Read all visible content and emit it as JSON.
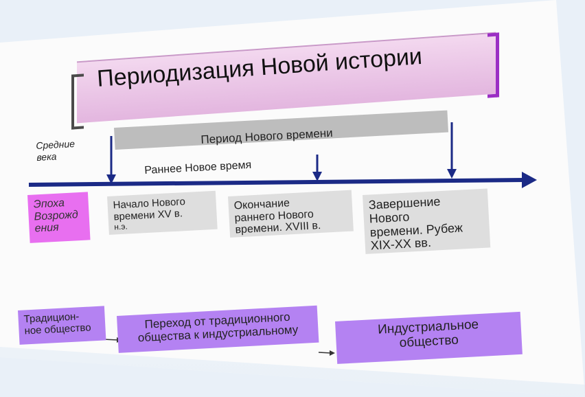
{
  "title": "Периодизация Новой истории",
  "labels": {
    "middle_ages": [
      "Средние",
      "века"
    ],
    "period_bar": "Период Нового времени",
    "early_modern": "Раннее Новое время"
  },
  "boxes": {
    "renaissance": [
      "Эпоха",
      "Возрожд",
      "ения"
    ],
    "start": [
      "Начало Нового",
      "времени XV в.",
      "н.э."
    ],
    "end_early": [
      "Окончание",
      "раннего Нового",
      "времени. XVIII в."
    ],
    "end": [
      "Завершение",
      "Нового",
      "времени. Рубеж",
      "XIX-XX вв."
    ]
  },
  "society": {
    "traditional": [
      "Традицион-",
      "ное общество"
    ],
    "transition": [
      "Переход от традиционного",
      "общества к индустриальному"
    ],
    "industrial": [
      "Индустриальное",
      "общество"
    ]
  },
  "colors": {
    "axis": "#1b2a86",
    "title_fill": "#e8c3e5",
    "bracket_right": "#9b2fc4",
    "grey_box": "#dedede",
    "renaissance_box": "#e86ff0",
    "society_box": "#b482f2"
  }
}
